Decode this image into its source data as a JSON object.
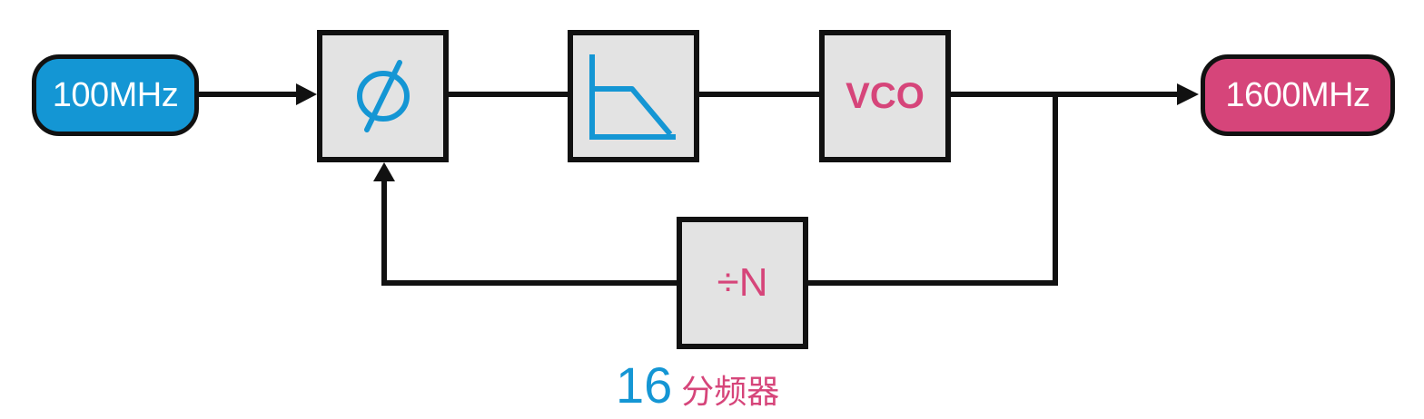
{
  "colors": {
    "blue": "#1496d4",
    "pink": "#d6457a",
    "line": "#111111",
    "block_fill": "#e3e3e3"
  },
  "input": {
    "label": "100MHz"
  },
  "output": {
    "label": "1600MHz"
  },
  "blocks": {
    "phase_detector": {
      "icon": "phase-symbol-icon"
    },
    "loop_filter": {
      "icon": "lowpass-filter-icon"
    },
    "vco": {
      "label": "VCO"
    },
    "divider": {
      "symbol": "÷",
      "letter": "N"
    }
  },
  "caption": {
    "number": "16",
    "text": "分频器"
  }
}
